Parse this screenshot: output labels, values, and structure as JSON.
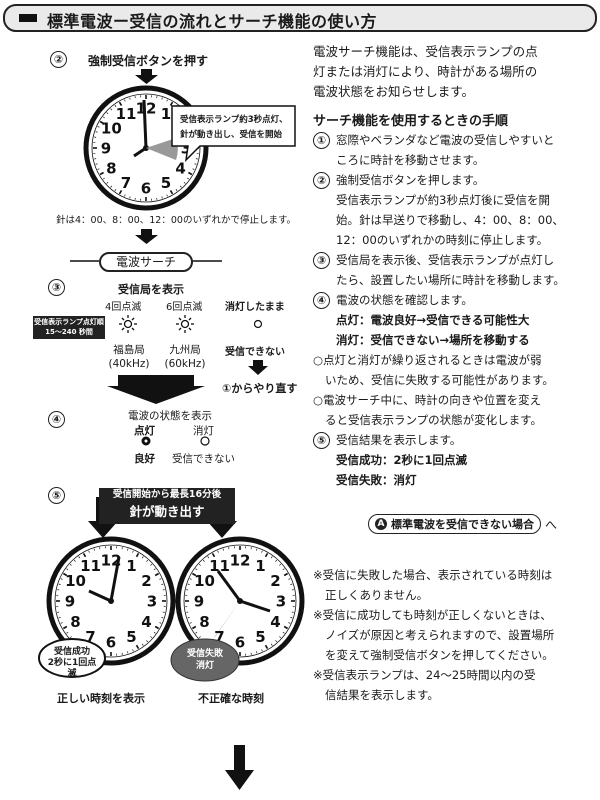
{
  "title": "標準電波ー受信の流れとサーチ機能の使い方",
  "left": {
    "step2_num": "②",
    "step2_label": "強制受信ボタンを押す",
    "callout1_line1": "受信表示ランプ約3秒点灯、",
    "callout1_line2": "針が動き出し、受信を開始",
    "stop_note": "針は4：00、8：00、12：00のいずれかで停止します。",
    "search_pill": "電波サーチ",
    "step3_num": "③",
    "step3_label": "受信局を表示",
    "blink4": "4回点滅",
    "blink6": "6回点滅",
    "stay_off": "消灯したまま",
    "lamp_note_line1": "受信表示ランプ点灯順",
    "lamp_note_line2": "15～240 秒間",
    "fukushima": "福島局",
    "fukushima_freq": "(40kHz)",
    "kyushu": "九州局",
    "kyushu_freq": "(60kHz)",
    "cannot_receive": "受信できない",
    "redo": "①からやり直す",
    "step4_num": "④",
    "state_label": "電波の状態を表示",
    "lit": "点灯",
    "off": "消灯",
    "good": "良好",
    "cannot_receive2": "受信できない",
    "step5_num": "⑤",
    "bar_top": "受信開始から最長16分後",
    "bar_main": "針が動き出す",
    "success_line1": "受信成功",
    "success_line2": "2秒に1回点滅",
    "fail_line1": "受信失敗",
    "fail_line2": "消灯",
    "correct_time": "正しい時刻を表示",
    "incorrect_time": "不正確な時刻"
  },
  "right": {
    "intro": [
      "電波サーチ機能は、受信表示ランプの点",
      "灯または消灯により、時計がある場所の",
      "電波状態をお知らせします。"
    ],
    "heading": "サーチ機能を使用するときの手順",
    "p1_num": "①",
    "p1": [
      "窓際やベランダなど電波の受信しやすいと",
      "ころに時計を移動させます。"
    ],
    "p2_num": "②",
    "p2": [
      "強制受信ボタンを押します。",
      "受信表示ランプが約3秒点灯後に受信を開",
      "始。針は早送りで移動し、4：00、8：00、",
      "12：00のいずれかの時刻に停止します。"
    ],
    "p3_num": "③",
    "p3": [
      "受信局を表示後、受信表示ランプが点灯し",
      "たら、設置したい場所に時計を移動します。"
    ],
    "p4_num": "④",
    "p4": "電波の状態を確認します。",
    "p4a": "点灯：電波良好→受信できる可能性大",
    "p4b": "消灯：受信できない→場所を移動する",
    "note1": [
      "○点灯と消灯が繰り返されるときは電波が弱",
      "いため、受信に失敗する可能性があります。"
    ],
    "note2": [
      "○電波サーチ中に、時計の向きや位置を変え",
      "ると受信表示ランプの状態が変化します。"
    ],
    "p5_num": "⑤",
    "p5": "受信結果を表示します。",
    "p5a": "受信成功：2秒に1回点滅",
    "p5b": "受信失敗：消灯",
    "link_letter": "A",
    "link_label": "標準電波を受信できない場合",
    "link_suffix": "へ",
    "foot1": [
      "※受信に失敗した場合、表示されている時刻は",
      "正しくありません。"
    ],
    "foot2": [
      "※受信に成功しても時刻が正しくないときは、",
      "ノイズが原因と考えられますので、設置場所",
      "を変えて強制受信ボタンを押してください。"
    ],
    "foot3": [
      "※受信表示ランプは、24～25時間以内の受",
      "信結果を表示します。"
    ]
  },
  "clock_numbers": [
    "12",
    "1",
    "2",
    "3",
    "4",
    "5",
    "6",
    "7",
    "8",
    "9",
    "10",
    "11"
  ]
}
